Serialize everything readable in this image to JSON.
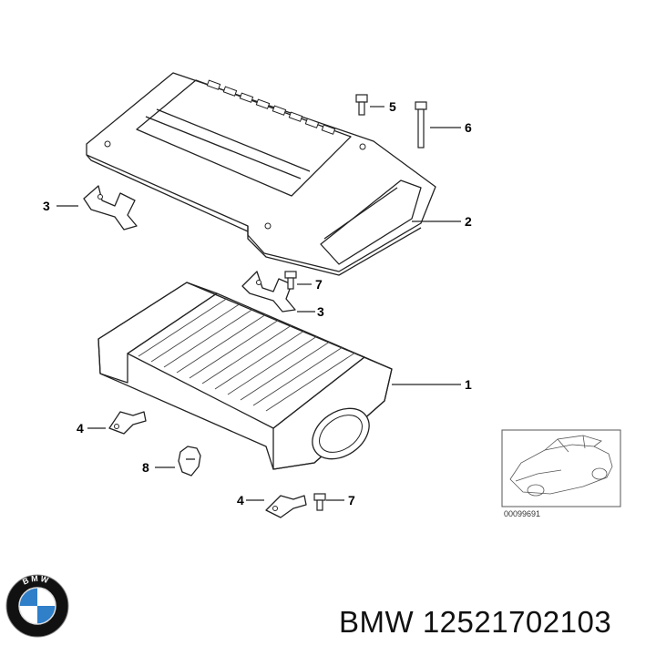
{
  "callouts": [
    {
      "id": "1",
      "label": "1"
    },
    {
      "id": "2",
      "label": "2"
    },
    {
      "id": "3a",
      "label": "3"
    },
    {
      "id": "3b",
      "label": "3"
    },
    {
      "id": "4a",
      "label": "4"
    },
    {
      "id": "4b",
      "label": "4"
    },
    {
      "id": "5",
      "label": "5"
    },
    {
      "id": "6",
      "label": "6"
    },
    {
      "id": "7a",
      "label": "7"
    },
    {
      "id": "7b",
      "label": "7"
    },
    {
      "id": "8",
      "label": "8"
    }
  ],
  "inset": {
    "reference_number": "00099691"
  },
  "brand": {
    "logo_letters": "BMW",
    "caption": "BMW 12521702103",
    "logo_colors": {
      "ring": "#111111",
      "blue": "#2f7fc9",
      "white": "#ffffff"
    }
  }
}
